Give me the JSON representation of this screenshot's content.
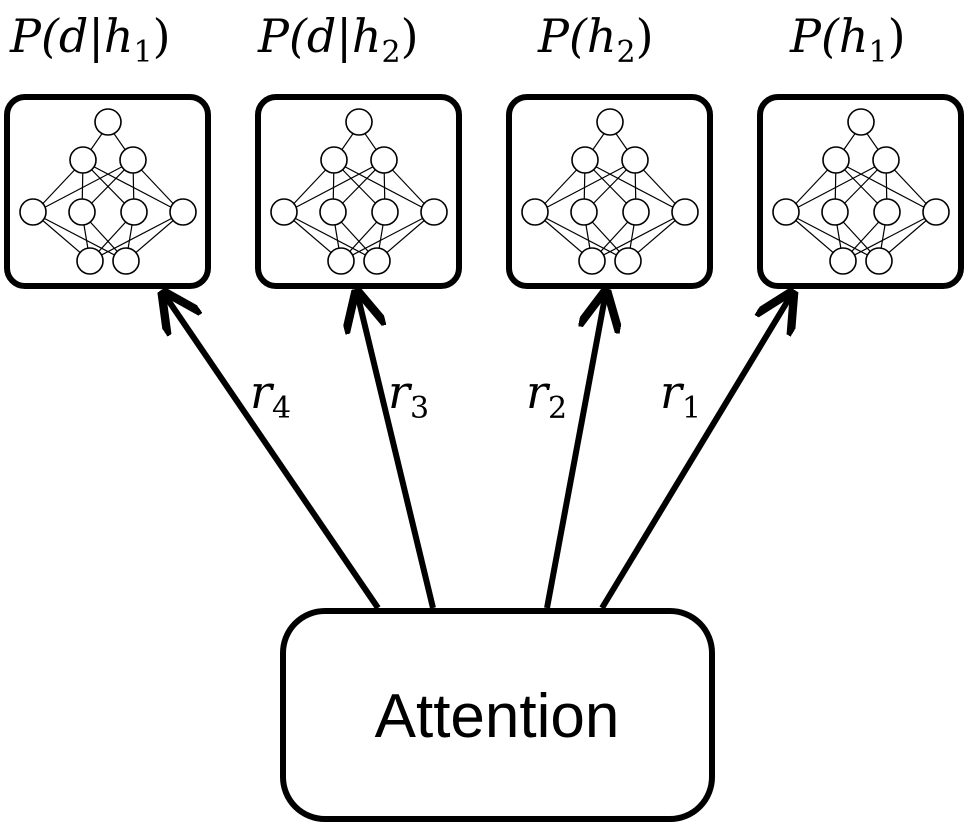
{
  "attention_box": {
    "label": "Attention"
  },
  "modules": [
    {
      "id": "m1",
      "label_main": "P(d|h",
      "label_sub": "1",
      "label_end": ")"
    },
    {
      "id": "m2",
      "label_main": "P(d|h",
      "label_sub": "2",
      "label_end": ")"
    },
    {
      "id": "m3",
      "label_main": "P(h",
      "label_sub": "2",
      "label_end": ")"
    },
    {
      "id": "m4",
      "label_main": "P(h",
      "label_sub": "1",
      "label_end": ")"
    }
  ],
  "arrows": [
    {
      "id": "a1",
      "label_main": "r",
      "label_sub": "4"
    },
    {
      "id": "a2",
      "label_main": "r",
      "label_sub": "3"
    },
    {
      "id": "a3",
      "label_main": "r",
      "label_sub": "2"
    },
    {
      "id": "a4",
      "label_main": "r",
      "label_sub": "1"
    }
  ],
  "colors": {
    "stroke": "#000000",
    "background": "#ffffff"
  }
}
